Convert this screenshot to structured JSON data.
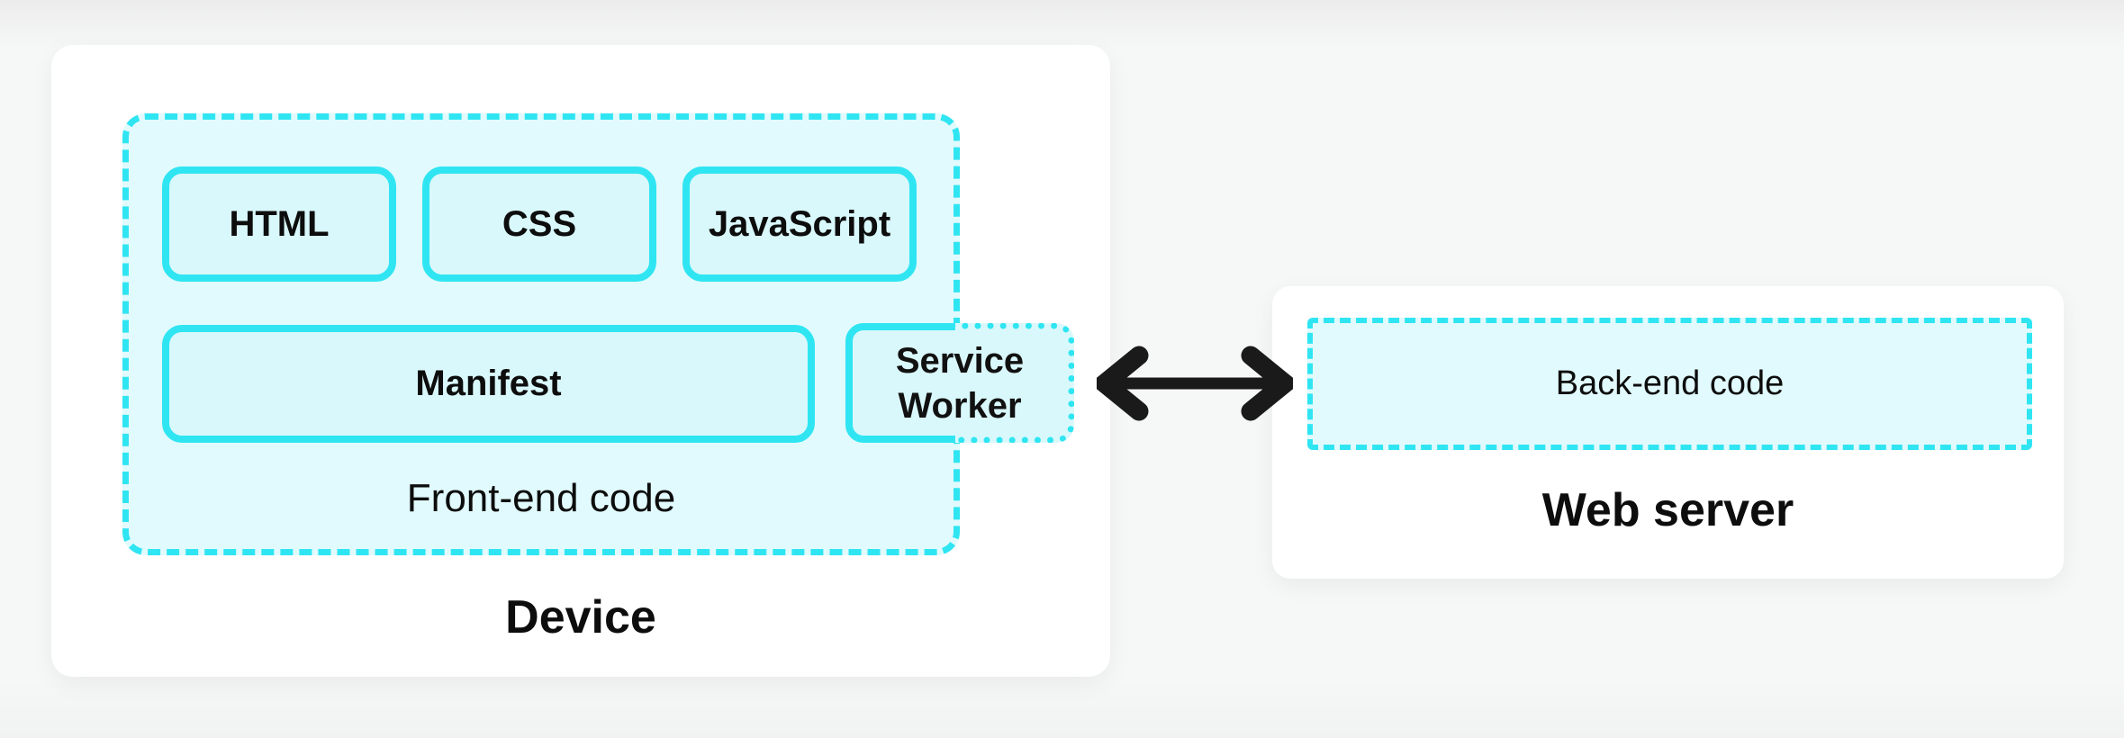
{
  "diagram": {
    "device": {
      "title": "Device",
      "frontend": {
        "label": "Front-end code",
        "blocks": {
          "html": "HTML",
          "css": "CSS",
          "javascript": "JavaScript",
          "manifest": "Manifest",
          "service_worker": "Service Worker"
        }
      }
    },
    "web_server": {
      "title": "Web server",
      "backend": {
        "label": "Back-end code"
      }
    },
    "connector": {
      "type": "double-headed-arrow",
      "direction": "horizontal-bidirectional"
    },
    "colors": {
      "accent": "#30e5f2",
      "group_fill": "#e1fafd",
      "block_fill": "#d9f8fb",
      "card_bg": "#ffffff",
      "arrow": "#1a1a1a",
      "page_bg": "#f6f7f7",
      "text": "#111111"
    }
  }
}
